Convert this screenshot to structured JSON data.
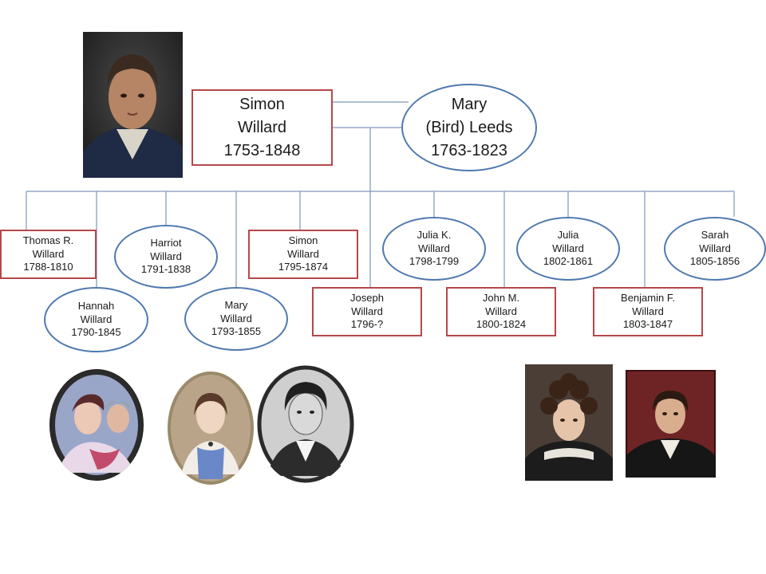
{
  "parents": {
    "father": {
      "name1": "Simon",
      "name2": "Willard",
      "years": "1753-1848"
    },
    "mother": {
      "name1": "Mary",
      "name2": "(Bird) Leeds",
      "years": "1763-1823"
    }
  },
  "children": [
    {
      "name1": "Thomas R.",
      "name2": "Willard",
      "years": "1788-1810",
      "shape": "rect"
    },
    {
      "name1": "Hannah",
      "name2": "Willard",
      "years": "1790-1845",
      "shape": "ellipse"
    },
    {
      "name1": "Harriot",
      "name2": "Willard",
      "years": "1791-1838",
      "shape": "ellipse"
    },
    {
      "name1": "Mary",
      "name2": "Willard",
      "years": "1793-1855",
      "shape": "ellipse"
    },
    {
      "name1": "Simon",
      "name2": "Willard",
      "years": "1795-1874",
      "shape": "rect"
    },
    {
      "name1": "Joseph",
      "name2": "Willard",
      "years": "1796-?",
      "shape": "rect"
    },
    {
      "name1": "Julia K.",
      "name2": "Willard",
      "years": "1798-1799",
      "shape": "ellipse"
    },
    {
      "name1": "John M.",
      "name2": "Willard",
      "years": "1800-1824",
      "shape": "rect"
    },
    {
      "name1": "Julia",
      "name2": "Willard",
      "years": "1802-1861",
      "shape": "ellipse"
    },
    {
      "name1": "Benjamin F.",
      "name2": "Willard",
      "years": "1803-1847",
      "shape": "rect"
    },
    {
      "name1": "Sarah",
      "name2": "Willard",
      "years": "1805-1856",
      "shape": "ellipse"
    }
  ],
  "colors": {
    "rect_border": "#b5484a",
    "ellipse_border": "#4f79b0",
    "connector": "#7f97b8"
  }
}
